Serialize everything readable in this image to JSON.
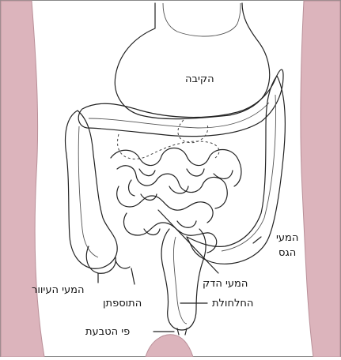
{
  "diagram": {
    "labels": {
      "stomach": "הקיבה",
      "large_intestine_line1": "המעי",
      "large_intestine_line2": "הגס",
      "small_intestine": "המעי הדק",
      "rectum": "החלחולת",
      "cecum": "המעי העיוור",
      "appendix": "התוספתן",
      "anus": "פי הטבעת"
    },
    "colors": {
      "skin": "#dcb4bc",
      "skin_edge": "#b98f98",
      "outline": "#222222",
      "background": "#ffffff"
    }
  }
}
